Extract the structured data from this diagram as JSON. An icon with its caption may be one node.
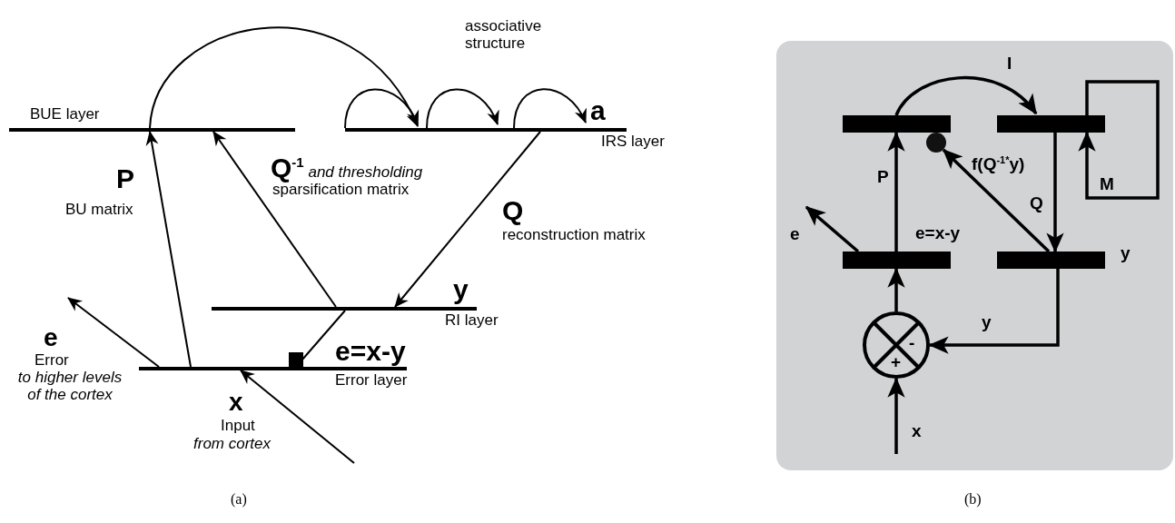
{
  "diagram": {
    "nodes": [
      {
        "text": [
          "BUE layer"
        ]
      },
      {
        "text": [
          "a",
          "IRS layer"
        ]
      },
      {
        "text": [
          "y",
          "RI layer"
        ]
      },
      {
        "text": [
          "e=x-y",
          "Error layer"
        ]
      },
      {
        "text": [],
        "shape": "box"
      },
      {
        "text": [],
        "shape": "bar",
        "in": 4
      },
      {
        "text": [],
        "shape": "bar",
        "in": 4
      },
      {
        "text": [
          "e=x-y"
        ],
        "in": 4
      },
      {
        "text": [
          "y"
        ],
        "in": 4
      },
      {
        "text": [],
        "shape": "circle",
        "in": 4
      },
      {
        "text": [
          "-",
          "+"
        ],
        "in": 4
      }
    ],
    "edges": [
      {
        "from": 3,
        "to": 0,
        "arrow": "to"
      },
      {
        "from": 2,
        "to": 0,
        "arrow": "to"
      },
      {
        "from": 1,
        "to": 2,
        "arrow": "to"
      },
      {
        "from": 2,
        "to": 3,
        "arrow": "other"
      },
      {
        "from": 0,
        "to": 1,
        "arrow": "to"
      },
      {
        "from": 1,
        "to": 1,
        "arrow": "to"
      },
      {
        "from": 1,
        "to": 1,
        "arrow": "to"
      },
      {
        "from": 1,
        "to": 1,
        "arrow": "to"
      },
      {
        "from": 3,
        "to": null,
        "arrow": "to"
      },
      {
        "from": null,
        "to": 3,
        "arrow": "to"
      },
      {
        "from": 5,
        "to": 6,
        "arrow": "to",
        "label": "I"
      },
      {
        "from": 6,
        "to": 8,
        "arrow": "to",
        "label": "Q"
      },
      {
        "from": 6,
        "to": 6,
        "arrow": "to",
        "label": "M"
      },
      {
        "from": 7,
        "to": 5,
        "arrow": "to",
        "label": "P"
      },
      {
        "from": 8,
        "to": 9,
        "arrow": "to",
        "label": "f(**Q$^{-1*}$y**)"
      },
      {
        "from": 7,
        "to": null,
        "arrow": "to",
        "label": "e"
      },
      {
        "from": 8,
        "to": 10,
        "arrow": "to",
        "label": "y"
      },
      {
        "from": 10,
        "to": 7,
        "arrow": "to"
      },
      {
        "from": null,
        "to": 10,
        "arrow": "to",
        "label": "x"
      }
    ],
    "labels": [
      "associative structure",
      "P",
      "BU matrix",
      "**Q$^{-1}$** *and thresholding*",
      "sparsification matrix",
      "Q",
      "reconstruction matrix",
      "e",
      "Error",
      "to higher levels of the cortex",
      "x",
      "Input",
      "from cortex",
      "(a)",
      "(b)"
    ]
  }
}
